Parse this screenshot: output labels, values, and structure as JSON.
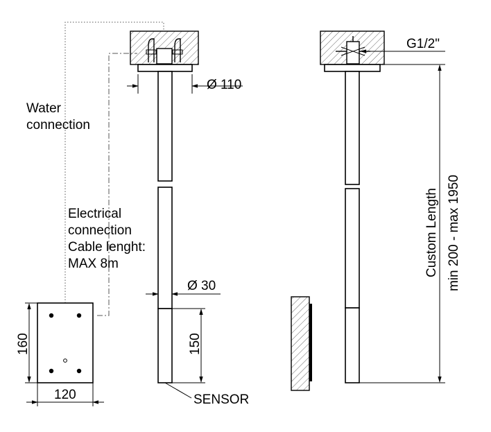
{
  "labels": {
    "water_line1": "Water",
    "water_line2": "connection",
    "elec_line1": "Electrical",
    "elec_line2": "connection",
    "elec_line3": "Cable lenght:",
    "elec_line4": "MAX 8m",
    "sensor": "SENSOR",
    "thread": "G1/2\"",
    "custom_line1": "Custom Length",
    "custom_line2": "min 200 - max 1950"
  },
  "dimensions": {
    "head_diameter": "110",
    "pipe_diameter": "30",
    "sensor_length": "150",
    "box_height": "160",
    "box_width": "120",
    "diameter_symbol": "Ø"
  }
}
